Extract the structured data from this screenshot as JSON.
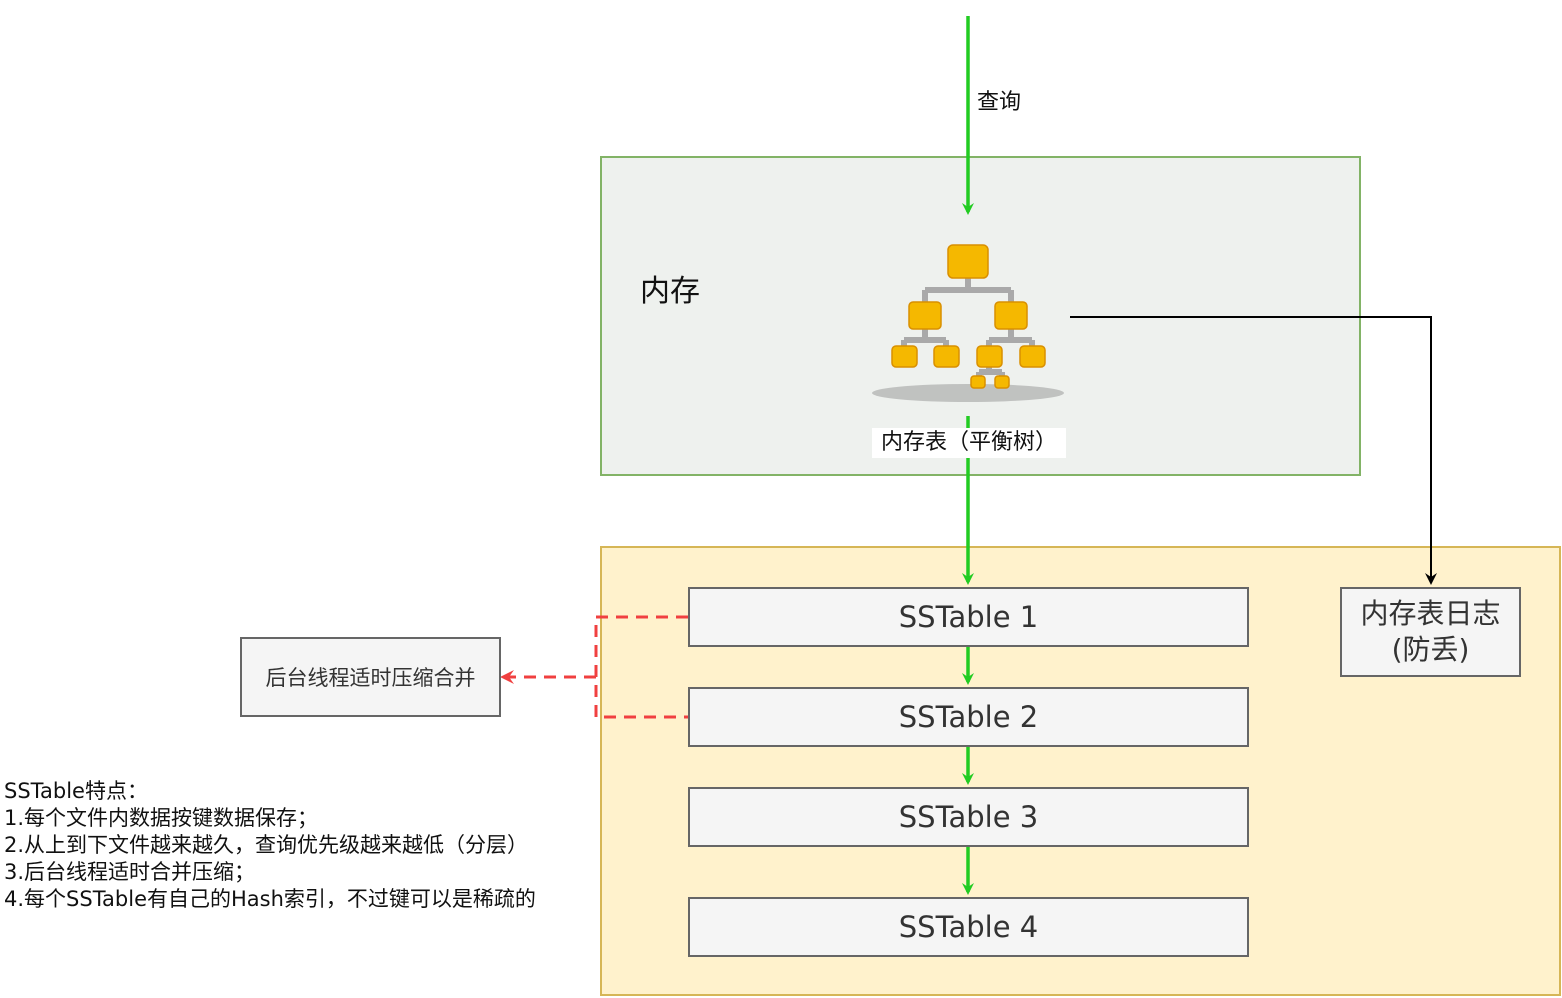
{
  "diagram": {
    "query_label": "查询",
    "memory_label": "内存",
    "memtable_label": "内存表（平衡树）",
    "sstables": [
      "SSTable 1",
      "SSTable 2",
      "SSTable 3",
      "SSTable 4"
    ],
    "memtable_log": {
      "line1": "内存表日志",
      "line2": "(防丢)"
    },
    "compaction_label": "后台线程适时压缩合并",
    "notes": {
      "title": "SSTable特点：",
      "items": [
        "1.每个文件内数据按键数据保存；",
        "2.从上到下文件越来越久，查询优先级越来越低（分层）",
        "3.后台线程适时合并压缩；",
        "4.每个SSTable有自己的Hash索引，不过键可以是稀疏的"
      ]
    }
  },
  "colors": {
    "flow_arrow": "#22cc22",
    "compaction_arrow": "#f04040",
    "log_arrow": "#000000",
    "memory_fill": "#eef1ee",
    "memory_border": "#82b366",
    "disk_fill": "#fff2cc",
    "disk_border": "#d6b656",
    "tree_node": "#f5b800"
  },
  "icons": [
    "tree-hierarchy-icon"
  ]
}
